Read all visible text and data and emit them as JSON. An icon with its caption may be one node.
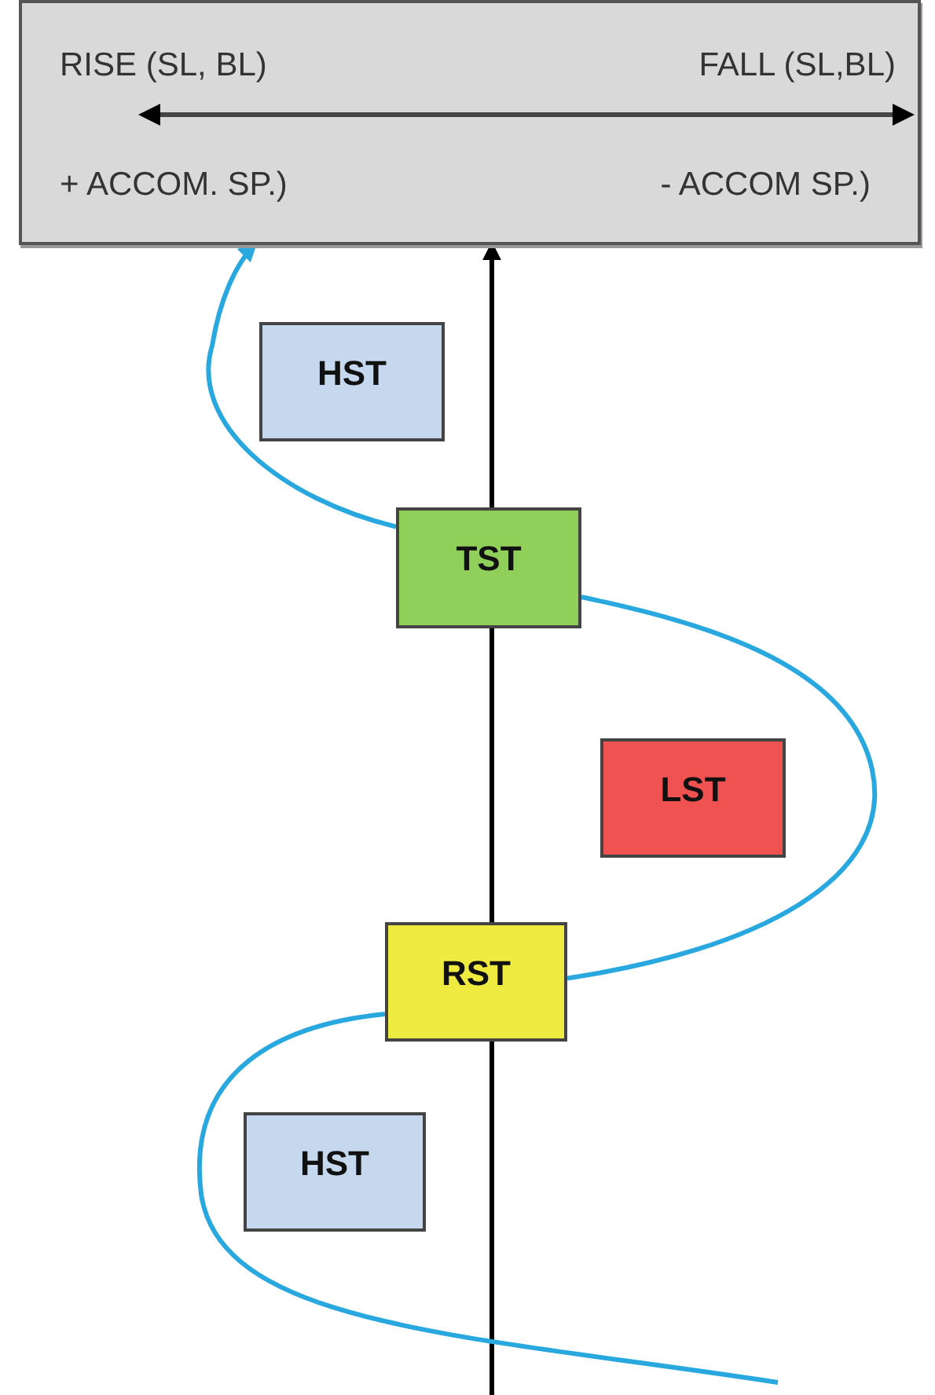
{
  "diagram": {
    "nodes": [
      {
        "text": [
          "RISE (SL, BL)",
          "FALL (SL,BL)",
          "+ ACCOM. SP.)",
          "- ACCOM SP.)"
        ]
      },
      {
        "text": [
          "HST"
        ]
      },
      {
        "text": [
          "TST"
        ]
      },
      {
        "text": [
          "LST"
        ]
      },
      {
        "text": [
          "RST"
        ]
      },
      {
        "text": [
          "HST"
        ]
      }
    ],
    "edges": [
      {
        "from": null,
        "to": 4,
        "arrow": "none",
        "color": "#000000"
      },
      {
        "from": 4,
        "to": 2,
        "arrow": "none",
        "color": "#000000"
      },
      {
        "from": 2,
        "to": 0,
        "arrow": "to",
        "color": "#000000"
      },
      {
        "from": null,
        "to": 4,
        "arrow": "none",
        "color": "#29a8e0"
      },
      {
        "from": 4,
        "to": 2,
        "arrow": "none",
        "color": "#29a8e0"
      },
      {
        "from": 2,
        "to": 0,
        "arrow": "to",
        "color": "#29a8e0"
      }
    ]
  }
}
